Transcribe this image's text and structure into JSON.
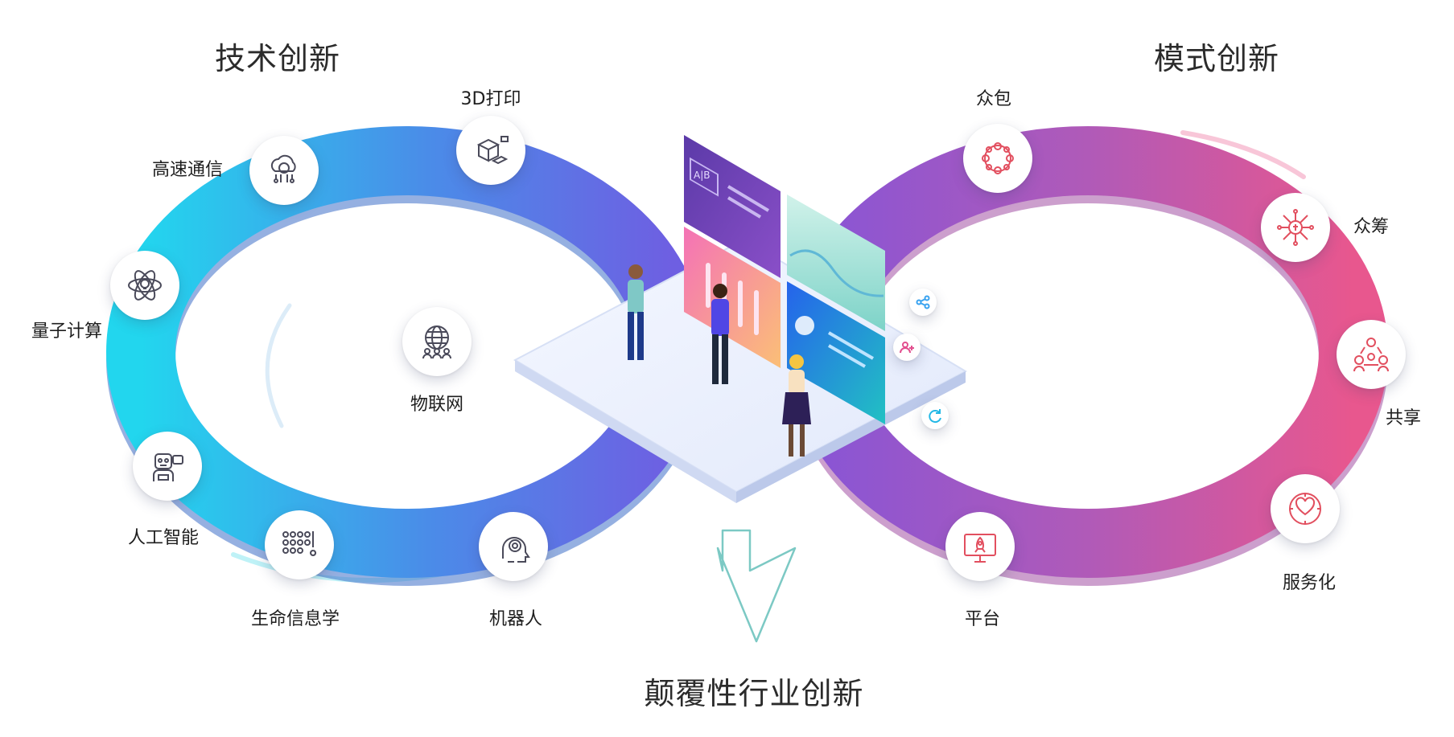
{
  "headings": {
    "tech": "技术创新",
    "mode": "模式创新",
    "bottom": "颠覆性行业创新"
  },
  "tech_nodes": [
    {
      "label": "3D打印",
      "icon": "3d-printer-icon"
    },
    {
      "label": "高速通信",
      "icon": "cloud-network-icon"
    },
    {
      "label": "量子计算",
      "icon": "atom-bulb-icon"
    },
    {
      "label": "物联网",
      "icon": "globe-people-icon"
    },
    {
      "label": "人工智能",
      "icon": "robot-ai-icon"
    },
    {
      "label": "生命信息学",
      "icon": "dot-matrix-icon"
    },
    {
      "label": "机器人",
      "icon": "robot-head-icon"
    }
  ],
  "mode_nodes": [
    {
      "label": "众包",
      "icon": "people-network-icon"
    },
    {
      "label": "众筹",
      "icon": "funding-network-icon"
    },
    {
      "label": "共享",
      "icon": "sharing-people-icon"
    },
    {
      "label": "服务化",
      "icon": "heart-hands-icon"
    },
    {
      "label": "平台",
      "icon": "rocket-monitor-icon"
    }
  ],
  "panel": {
    "ab_text": "A|B"
  },
  "colors": {
    "left_loop_start": "#22d3ee",
    "left_loop_end": "#6f62e3",
    "right_loop_start": "#8b5bd6",
    "right_loop_end": "#e6558f",
    "tech_icon": "#4a4a5a",
    "mode_icon": "#e24f5f",
    "arrow": "#7cc9c4"
  }
}
